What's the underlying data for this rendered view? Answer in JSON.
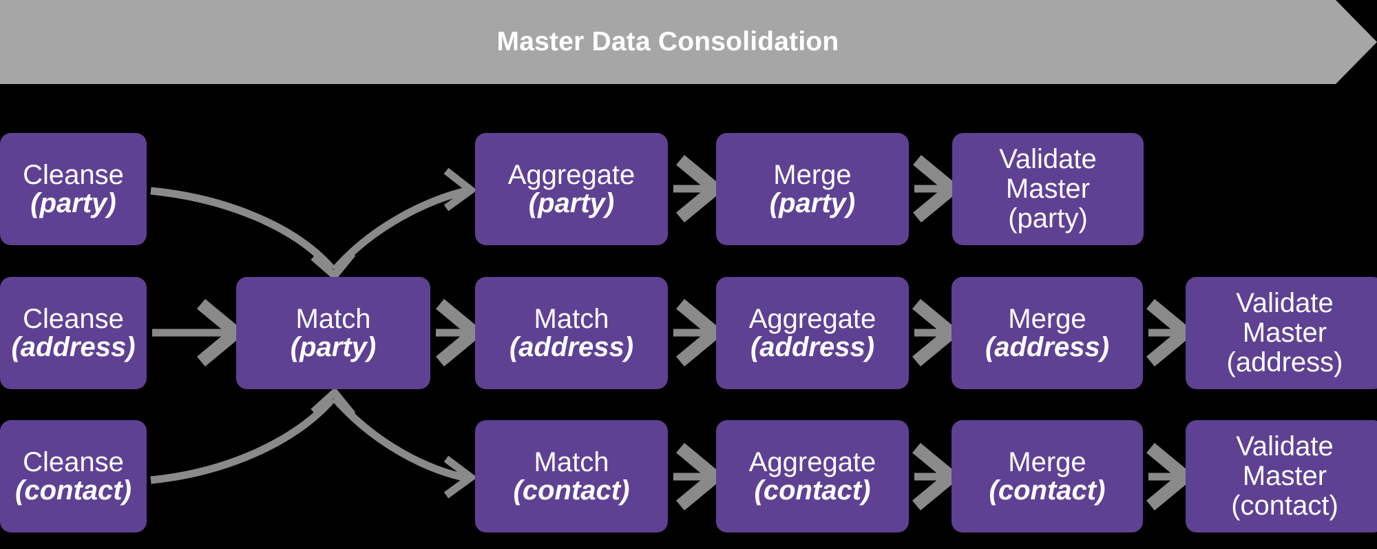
{
  "banner": {
    "title": "Master Data Consolidation",
    "fill": "#A6A6A6",
    "text_color": "#FFFFFF"
  },
  "theme": {
    "background": "#000000",
    "node_fill": "#5F4193",
    "node_text": "#FFFFFF",
    "arrow_color": "#8A8A8A"
  },
  "rows": [
    {
      "id": "party",
      "nodes": [
        {
          "id": "cleanse-party",
          "line1": "Cleanse",
          "line2": "(party)"
        },
        {
          "id": "aggregate-party",
          "line1": "Aggregate",
          "line2": "(party)"
        },
        {
          "id": "merge-party",
          "line1": "Merge",
          "line2": "(party)"
        },
        {
          "id": "validate-master-party",
          "line1": "Validate",
          "line2": "Master",
          "line3": "(party)",
          "style": "plain"
        }
      ]
    },
    {
      "id": "address",
      "nodes": [
        {
          "id": "cleanse-address",
          "line1": "Cleanse",
          "line2": "(address)"
        },
        {
          "id": "match-party",
          "line1": "Match",
          "line2": "(party)"
        },
        {
          "id": "match-address",
          "line1": "Match",
          "line2": "(address)"
        },
        {
          "id": "aggregate-address",
          "line1": "Aggregate",
          "line2": "(address)"
        },
        {
          "id": "merge-address",
          "line1": "Merge",
          "line2": "(address)"
        },
        {
          "id": "validate-master-address",
          "line1": "Validate",
          "line2": "Master",
          "line3": "(address)",
          "style": "plain"
        }
      ]
    },
    {
      "id": "contact",
      "nodes": [
        {
          "id": "cleanse-contact",
          "line1": "Cleanse",
          "line2": "(contact)"
        },
        {
          "id": "match-contact",
          "line1": "Match",
          "line2": "(contact)"
        },
        {
          "id": "aggregate-contact",
          "line1": "Aggregate",
          "line2": "(contact)"
        },
        {
          "id": "merge-contact",
          "line1": "Merge",
          "line2": "(contact)"
        },
        {
          "id": "validate-master-contact",
          "line1": "Validate",
          "line2": "Master",
          "line3": "(contact)",
          "style": "plain"
        }
      ]
    }
  ],
  "edges": [
    {
      "id": "cleanse-party-to-match-party",
      "kind": "curve-down"
    },
    {
      "id": "match-party-to-aggregate-party",
      "kind": "curve-up"
    },
    {
      "id": "cleanse-address-to-match-party",
      "kind": "straight"
    },
    {
      "id": "match-party-to-match-address",
      "kind": "straight"
    },
    {
      "id": "match-address-to-aggregate-address",
      "kind": "straight"
    },
    {
      "id": "aggregate-address-to-merge-address",
      "kind": "straight"
    },
    {
      "id": "merge-address-to-validate-address",
      "kind": "straight"
    },
    {
      "id": "aggregate-party-to-merge-party",
      "kind": "straight"
    },
    {
      "id": "merge-party-to-validate-party",
      "kind": "straight"
    },
    {
      "id": "cleanse-contact-to-match-party",
      "kind": "curve-up"
    },
    {
      "id": "cleanse-contact-to-match-contact",
      "kind": "curve-down"
    },
    {
      "id": "match-contact-to-aggregate-contact",
      "kind": "straight"
    },
    {
      "id": "aggregate-contact-to-merge-contact",
      "kind": "straight"
    },
    {
      "id": "merge-contact-to-validate-contact",
      "kind": "straight"
    }
  ]
}
